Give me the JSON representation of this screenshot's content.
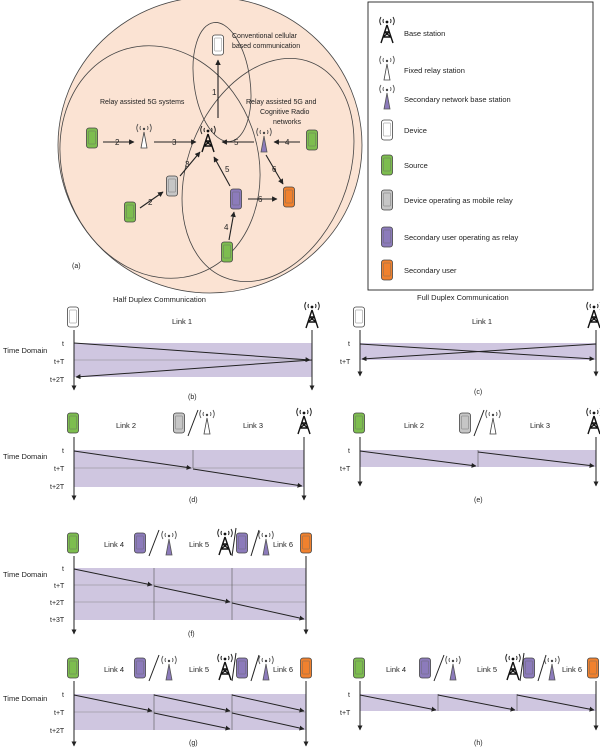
{
  "colors": {
    "venn_fill": "#fbe3d3",
    "band": "#cfc6e0",
    "source": "#7dbd4f",
    "mobile_relay": "#c6c6c6",
    "secondary_relay": "#8c7bbb",
    "secondary_user": "#f0812e",
    "secondary_bs": "#8c7bbb",
    "line": "#222222"
  },
  "venn": {
    "label_conventional_1": "Conventional cellular",
    "label_conventional_2": "based communication",
    "label_relay": "Relay assisted 5G systems",
    "label_cr_1": "Relay assisted 5G and",
    "label_cr_2": "Cognitive Radio",
    "label_cr_3": "networks",
    "panel_label": "(a)",
    "link_numbers": [
      "1",
      "2",
      "3",
      "3",
      "2",
      "4",
      "5",
      "5",
      "6",
      "6",
      "4"
    ]
  },
  "legend": {
    "items": [
      {
        "icon": "base-station-icon",
        "label": "Base station"
      },
      {
        "icon": "fixed-relay-icon",
        "label": "Fixed relay station"
      },
      {
        "icon": "secondary-bs-icon",
        "label": "Secondary network base station"
      },
      {
        "icon": "device-icon",
        "label": "Device"
      },
      {
        "icon": "source-icon",
        "label": "Source"
      },
      {
        "icon": "mobile-relay-icon",
        "label": "Device operating as mobile relay"
      },
      {
        "icon": "secondary-relay-icon",
        "label": "Secondary user operating as relay"
      },
      {
        "icon": "secondary-user-icon",
        "label": "Secondary user"
      }
    ]
  },
  "headers": {
    "half": "Half Duplex Communication",
    "full": "Full Duplex Communication"
  },
  "time_domain": "Time Domain",
  "panels": {
    "b": {
      "caption": "(b)",
      "links": [
        "Link 1"
      ],
      "ticks": [
        "t",
        "t+T",
        "t+2T"
      ]
    },
    "c": {
      "caption": "(c)",
      "links": [
        "Link 1"
      ],
      "ticks": [
        "t",
        "t+T"
      ]
    },
    "d": {
      "caption": "(d)",
      "links": [
        "Link 2",
        "Link 3"
      ],
      "ticks": [
        "t",
        "t+T",
        "t+2T"
      ]
    },
    "e": {
      "caption": "(e)",
      "links": [
        "Link 2",
        "Link 3"
      ],
      "ticks": [
        "t",
        "t+T"
      ]
    },
    "f": {
      "caption": "(f)",
      "links": [
        "Link 4",
        "Link 5",
        "Link 6"
      ],
      "ticks": [
        "t",
        "t+T",
        "t+2T",
        "t+3T"
      ]
    },
    "g": {
      "caption": "(g)",
      "links": [
        "Link 4",
        "Link 5",
        "Link 6"
      ],
      "ticks": [
        "t",
        "t+T",
        "t+2T"
      ]
    },
    "h": {
      "caption": "(h)",
      "links": [
        "Link 4",
        "Link 5",
        "Link 6"
      ],
      "ticks": [
        "t",
        "t+T"
      ]
    }
  }
}
